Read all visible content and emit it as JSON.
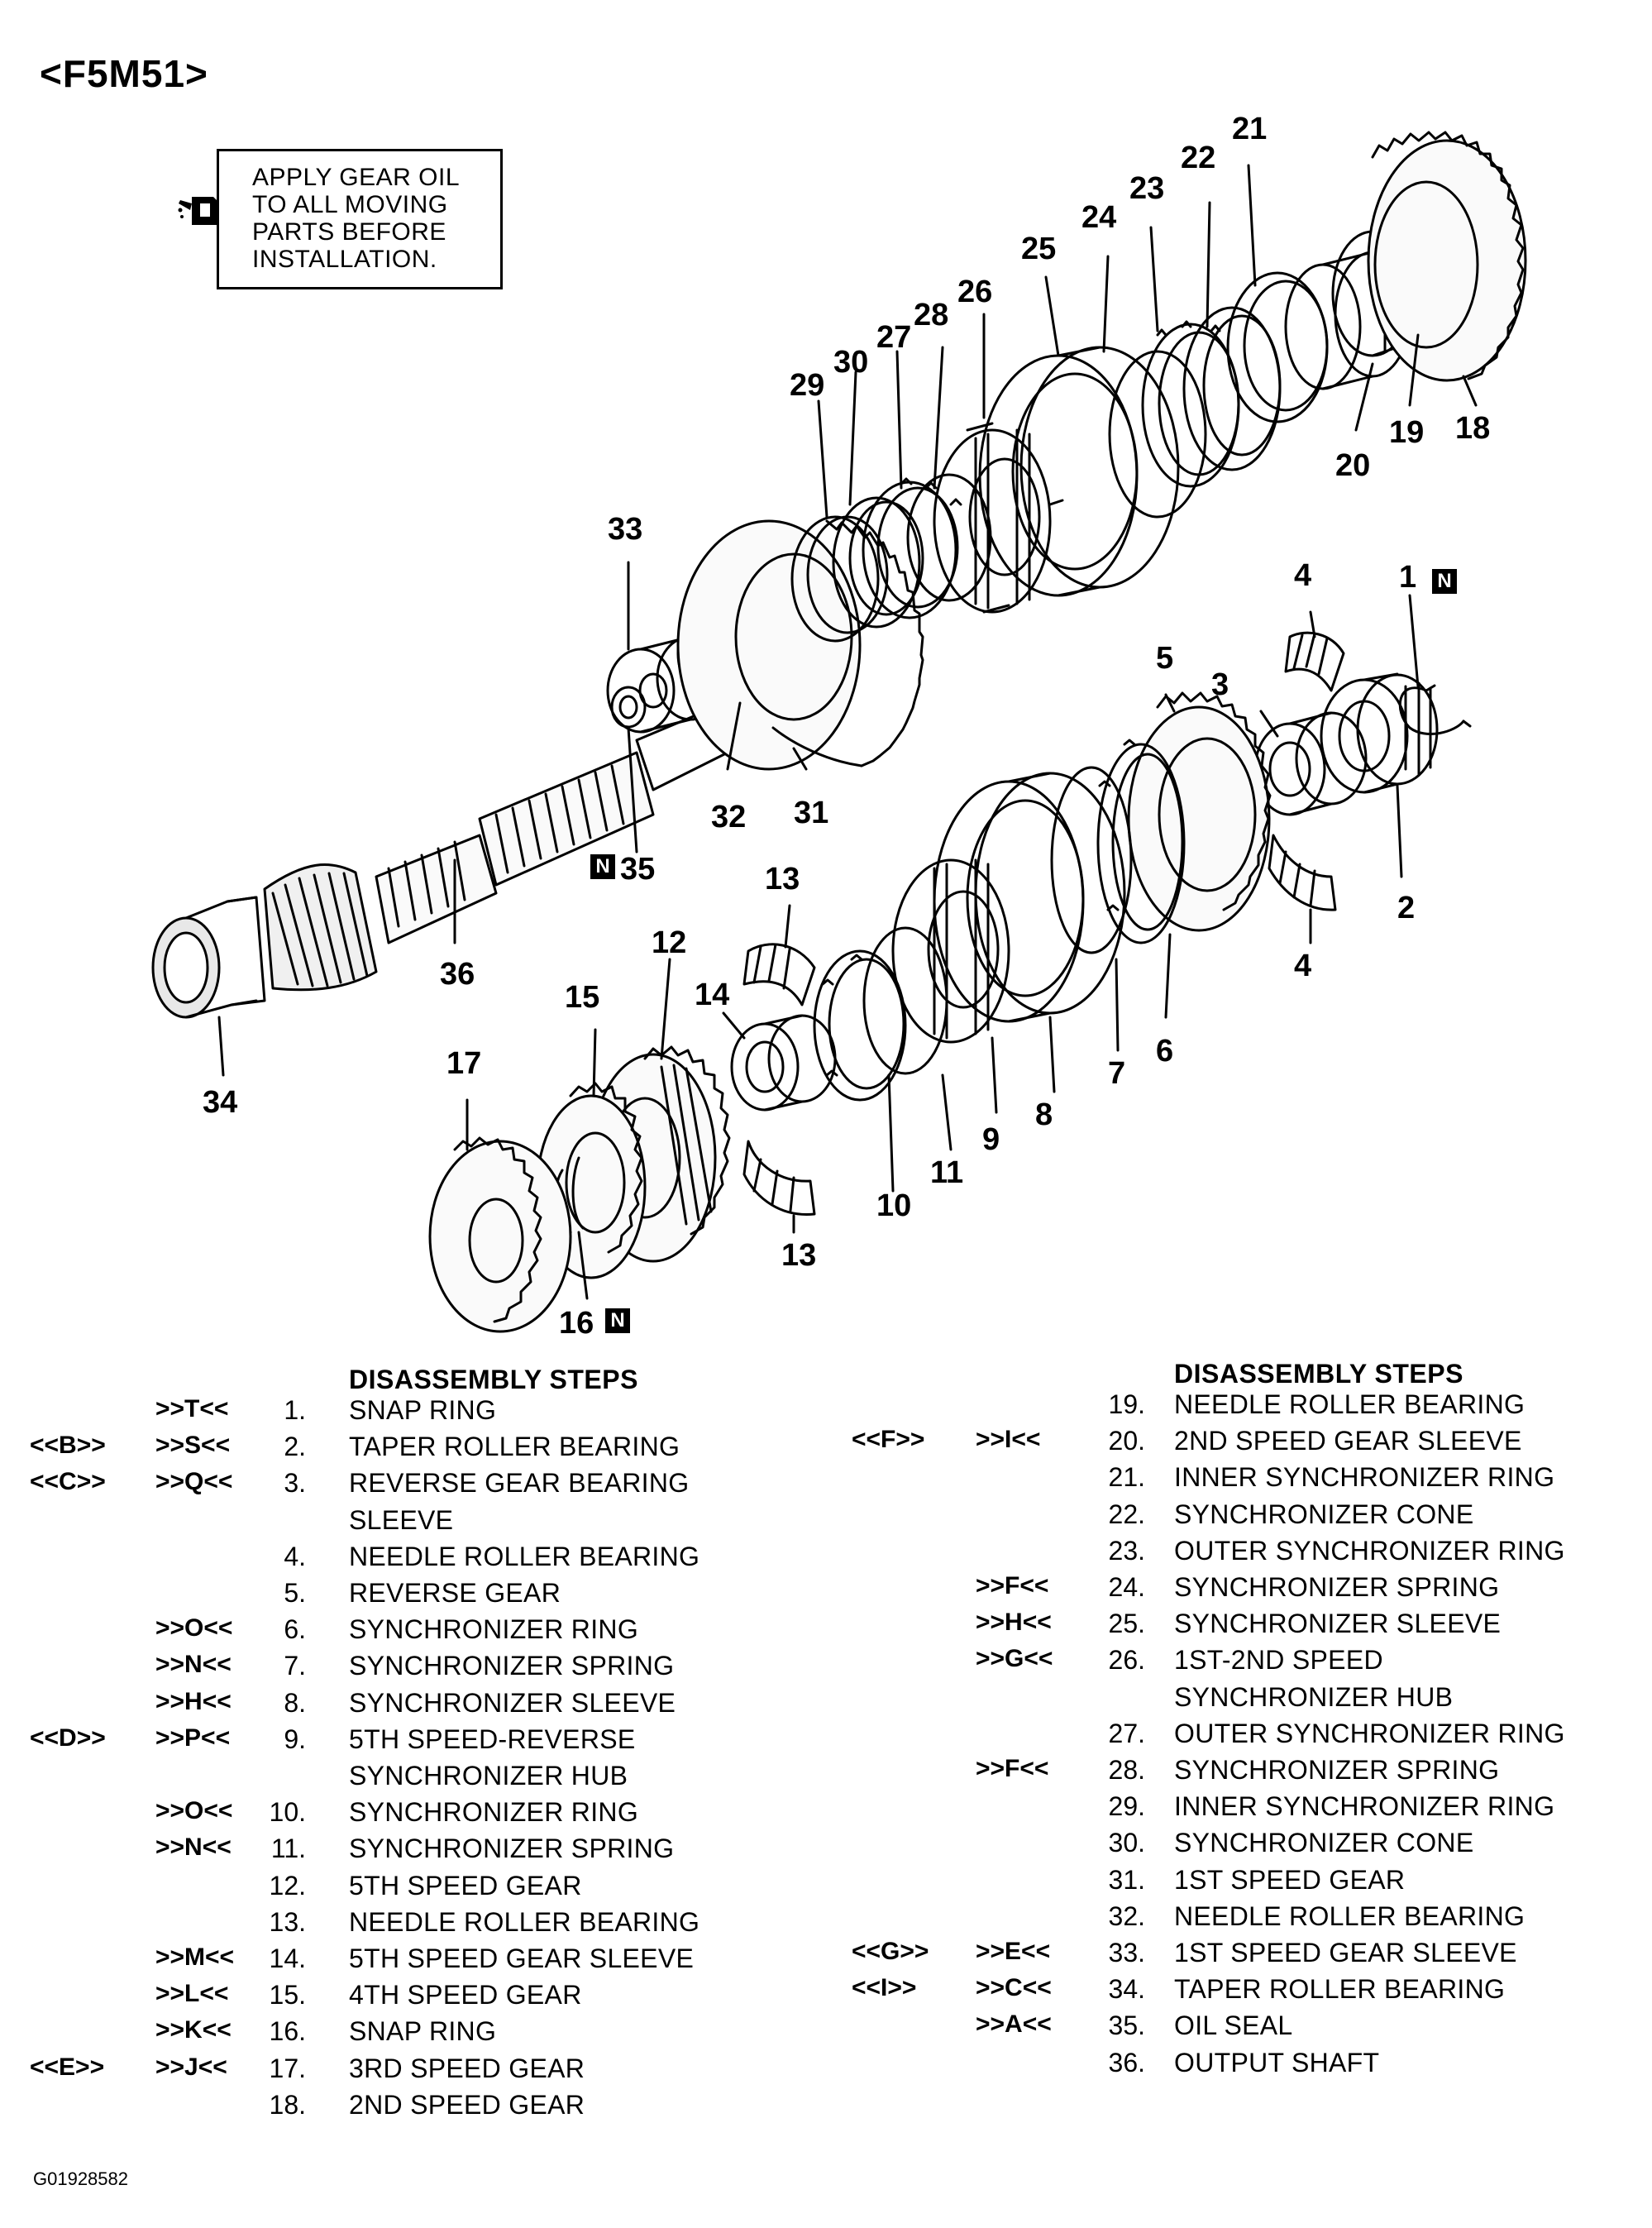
{
  "title": "<F5M51>",
  "note": {
    "text": "APPLY GEAR OIL\nTO ALL MOVING\nPARTS BEFORE\nINSTALLATION.",
    "icon": "oil-can-icon"
  },
  "callouts": [
    "1",
    "2",
    "3",
    "4",
    "4",
    "5",
    "6",
    "7",
    "8",
    "9",
    "10",
    "11",
    "12",
    "13",
    "13",
    "14",
    "15",
    "16",
    "17",
    "18",
    "19",
    "20",
    "21",
    "22",
    "23",
    "24",
    "25",
    "26",
    "27",
    "28",
    "29",
    "30",
    "31",
    "32",
    "33",
    "34",
    "35",
    "36"
  ],
  "badge": "N",
  "steps_heading": "DISASSEMBLY STEPS",
  "left_steps": [
    {
      "a": "",
      "b": ">>T<<",
      "n": "1.",
      "t": "SNAP RING"
    },
    {
      "a": "<<B>>",
      "b": ">>S<<",
      "n": "2.",
      "t": "TAPER ROLLER BEARING"
    },
    {
      "a": "<<C>>",
      "b": ">>Q<<",
      "n": "3.",
      "t": "REVERSE GEAR BEARING"
    },
    {
      "a": "",
      "b": "",
      "n": "",
      "t": "SLEEVE"
    },
    {
      "a": "",
      "b": "",
      "n": "4.",
      "t": "NEEDLE ROLLER BEARING"
    },
    {
      "a": "",
      "b": "",
      "n": "5.",
      "t": "REVERSE GEAR"
    },
    {
      "a": "",
      "b": ">>O<<",
      "n": "6.",
      "t": "SYNCHRONIZER RING"
    },
    {
      "a": "",
      "b": ">>N<<",
      "n": "7.",
      "t": "SYNCHRONIZER SPRING"
    },
    {
      "a": "",
      "b": ">>H<<",
      "n": "8.",
      "t": "SYNCHRONIZER SLEEVE"
    },
    {
      "a": "<<D>>",
      "b": ">>P<<",
      "n": "9.",
      "t": "5TH SPEED-REVERSE"
    },
    {
      "a": "",
      "b": "",
      "n": "",
      "t": "SYNCHRONIZER HUB"
    },
    {
      "a": "",
      "b": ">>O<<",
      "n": "10.",
      "t": "SYNCHRONIZER RING"
    },
    {
      "a": "",
      "b": ">>N<<",
      "n": "11.",
      "t": "SYNCHRONIZER SPRING"
    },
    {
      "a": "",
      "b": "",
      "n": "12.",
      "t": "5TH SPEED GEAR"
    },
    {
      "a": "",
      "b": "",
      "n": "13.",
      "t": "NEEDLE ROLLER BEARING"
    },
    {
      "a": "",
      "b": ">>M<<",
      "n": "14.",
      "t": "5TH SPEED GEAR SLEEVE"
    },
    {
      "a": "",
      "b": ">>L<<",
      "n": "15.",
      "t": "4TH SPEED GEAR"
    },
    {
      "a": "",
      "b": ">>K<<",
      "n": "16.",
      "t": "SNAP RING"
    },
    {
      "a": "<<E>>",
      "b": ">>J<<",
      "n": "17.",
      "t": "3RD SPEED GEAR"
    },
    {
      "a": "",
      "b": "",
      "n": "18.",
      "t": "2ND SPEED GEAR"
    }
  ],
  "right_steps": [
    {
      "a": "",
      "b": "",
      "n": "19.",
      "t": "NEEDLE ROLLER BEARING"
    },
    {
      "a": "<<F>>",
      "b": ">>I<<",
      "n": "20.",
      "t": "2ND SPEED GEAR SLEEVE"
    },
    {
      "a": "",
      "b": "",
      "n": "21.",
      "t": "INNER SYNCHRONIZER RING"
    },
    {
      "a": "",
      "b": "",
      "n": "22.",
      "t": "SYNCHRONIZER CONE"
    },
    {
      "a": "",
      "b": "",
      "n": "23.",
      "t": "OUTER SYNCHRONIZER RING"
    },
    {
      "a": "",
      "b": ">>F<<",
      "n": "24.",
      "t": "SYNCHRONIZER SPRING"
    },
    {
      "a": "",
      "b": ">>H<<",
      "n": "25.",
      "t": "SYNCHRONIZER SLEEVE"
    },
    {
      "a": "",
      "b": ">>G<<",
      "n": "26.",
      "t": "1ST-2ND SPEED"
    },
    {
      "a": "",
      "b": "",
      "n": "",
      "t": "SYNCHRONIZER HUB"
    },
    {
      "a": "",
      "b": "",
      "n": "27.",
      "t": "OUTER SYNCHRONIZER RING"
    },
    {
      "a": "",
      "b": ">>F<<",
      "n": "28.",
      "t": "SYNCHRONIZER SPRING"
    },
    {
      "a": "",
      "b": "",
      "n": "29.",
      "t": "INNER SYNCHRONIZER RING"
    },
    {
      "a": "",
      "b": "",
      "n": "30.",
      "t": "SYNCHRONIZER CONE"
    },
    {
      "a": "",
      "b": "",
      "n": "31.",
      "t": "1ST SPEED GEAR"
    },
    {
      "a": "",
      "b": "",
      "n": "32.",
      "t": "NEEDLE ROLLER BEARING"
    },
    {
      "a": "<<G>>",
      "b": ">>E<<",
      "n": "33.",
      "t": "1ST SPEED GEAR SLEEVE"
    },
    {
      "a": "<<I>>",
      "b": ">>C<<",
      "n": "34.",
      "t": "TAPER ROLLER BEARING"
    },
    {
      "a": "",
      "b": ">>A<<",
      "n": "35.",
      "t": "OIL SEAL"
    },
    {
      "a": "",
      "b": "",
      "n": "36.",
      "t": "OUTPUT SHAFT"
    }
  ],
  "figure_id": "G01928582"
}
